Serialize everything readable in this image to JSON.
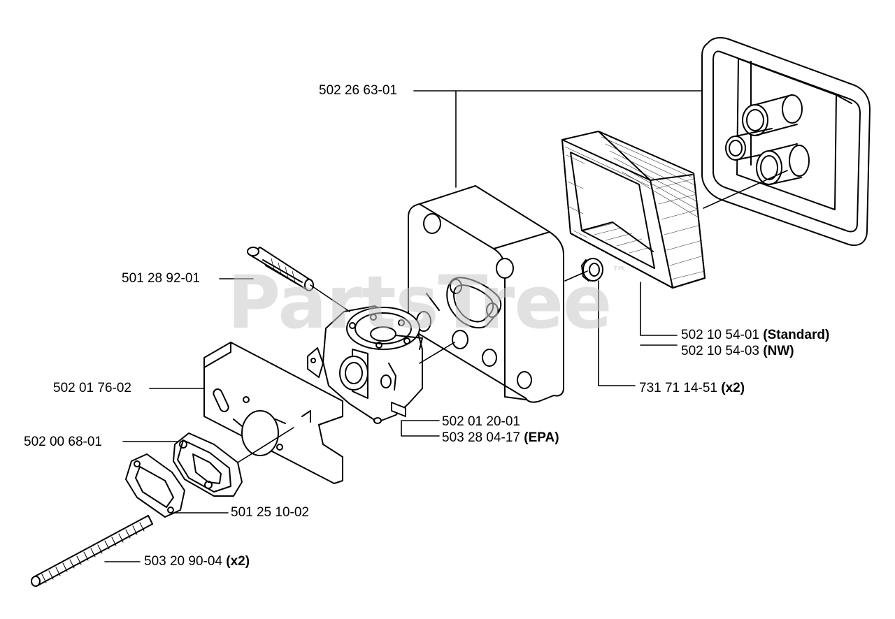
{
  "watermark": {
    "text": "PartsTree",
    "tm": "™"
  },
  "callouts": [
    {
      "id": "air-filter-cover",
      "part": "502 26 63-01",
      "qualifier": ""
    },
    {
      "id": "rubber-tube",
      "part": "501 28 92-01",
      "qualifier": ""
    },
    {
      "id": "filter-std",
      "part": "502 10 54-01",
      "qualifier": "(Standard)"
    },
    {
      "id": "filter-nw",
      "part": "502 10 54-03",
      "qualifier": "(NW)"
    },
    {
      "id": "grommet",
      "part": "731 71 14-51",
      "qualifier": "(x2)"
    },
    {
      "id": "heat-shield",
      "part": "502 01 76-02",
      "qualifier": ""
    },
    {
      "id": "carburetor",
      "part": "502 01 20-01",
      "qualifier": ""
    },
    {
      "id": "carburetor-epa",
      "part": "503 28 04-17",
      "qualifier": "(EPA)"
    },
    {
      "id": "intake-adapter",
      "part": "502 00 68-01",
      "qualifier": ""
    },
    {
      "id": "gasket",
      "part": "501 25 10-02",
      "qualifier": ""
    },
    {
      "id": "stud-bolt",
      "part": "503 20 90-04",
      "qualifier": "(x2)"
    }
  ]
}
